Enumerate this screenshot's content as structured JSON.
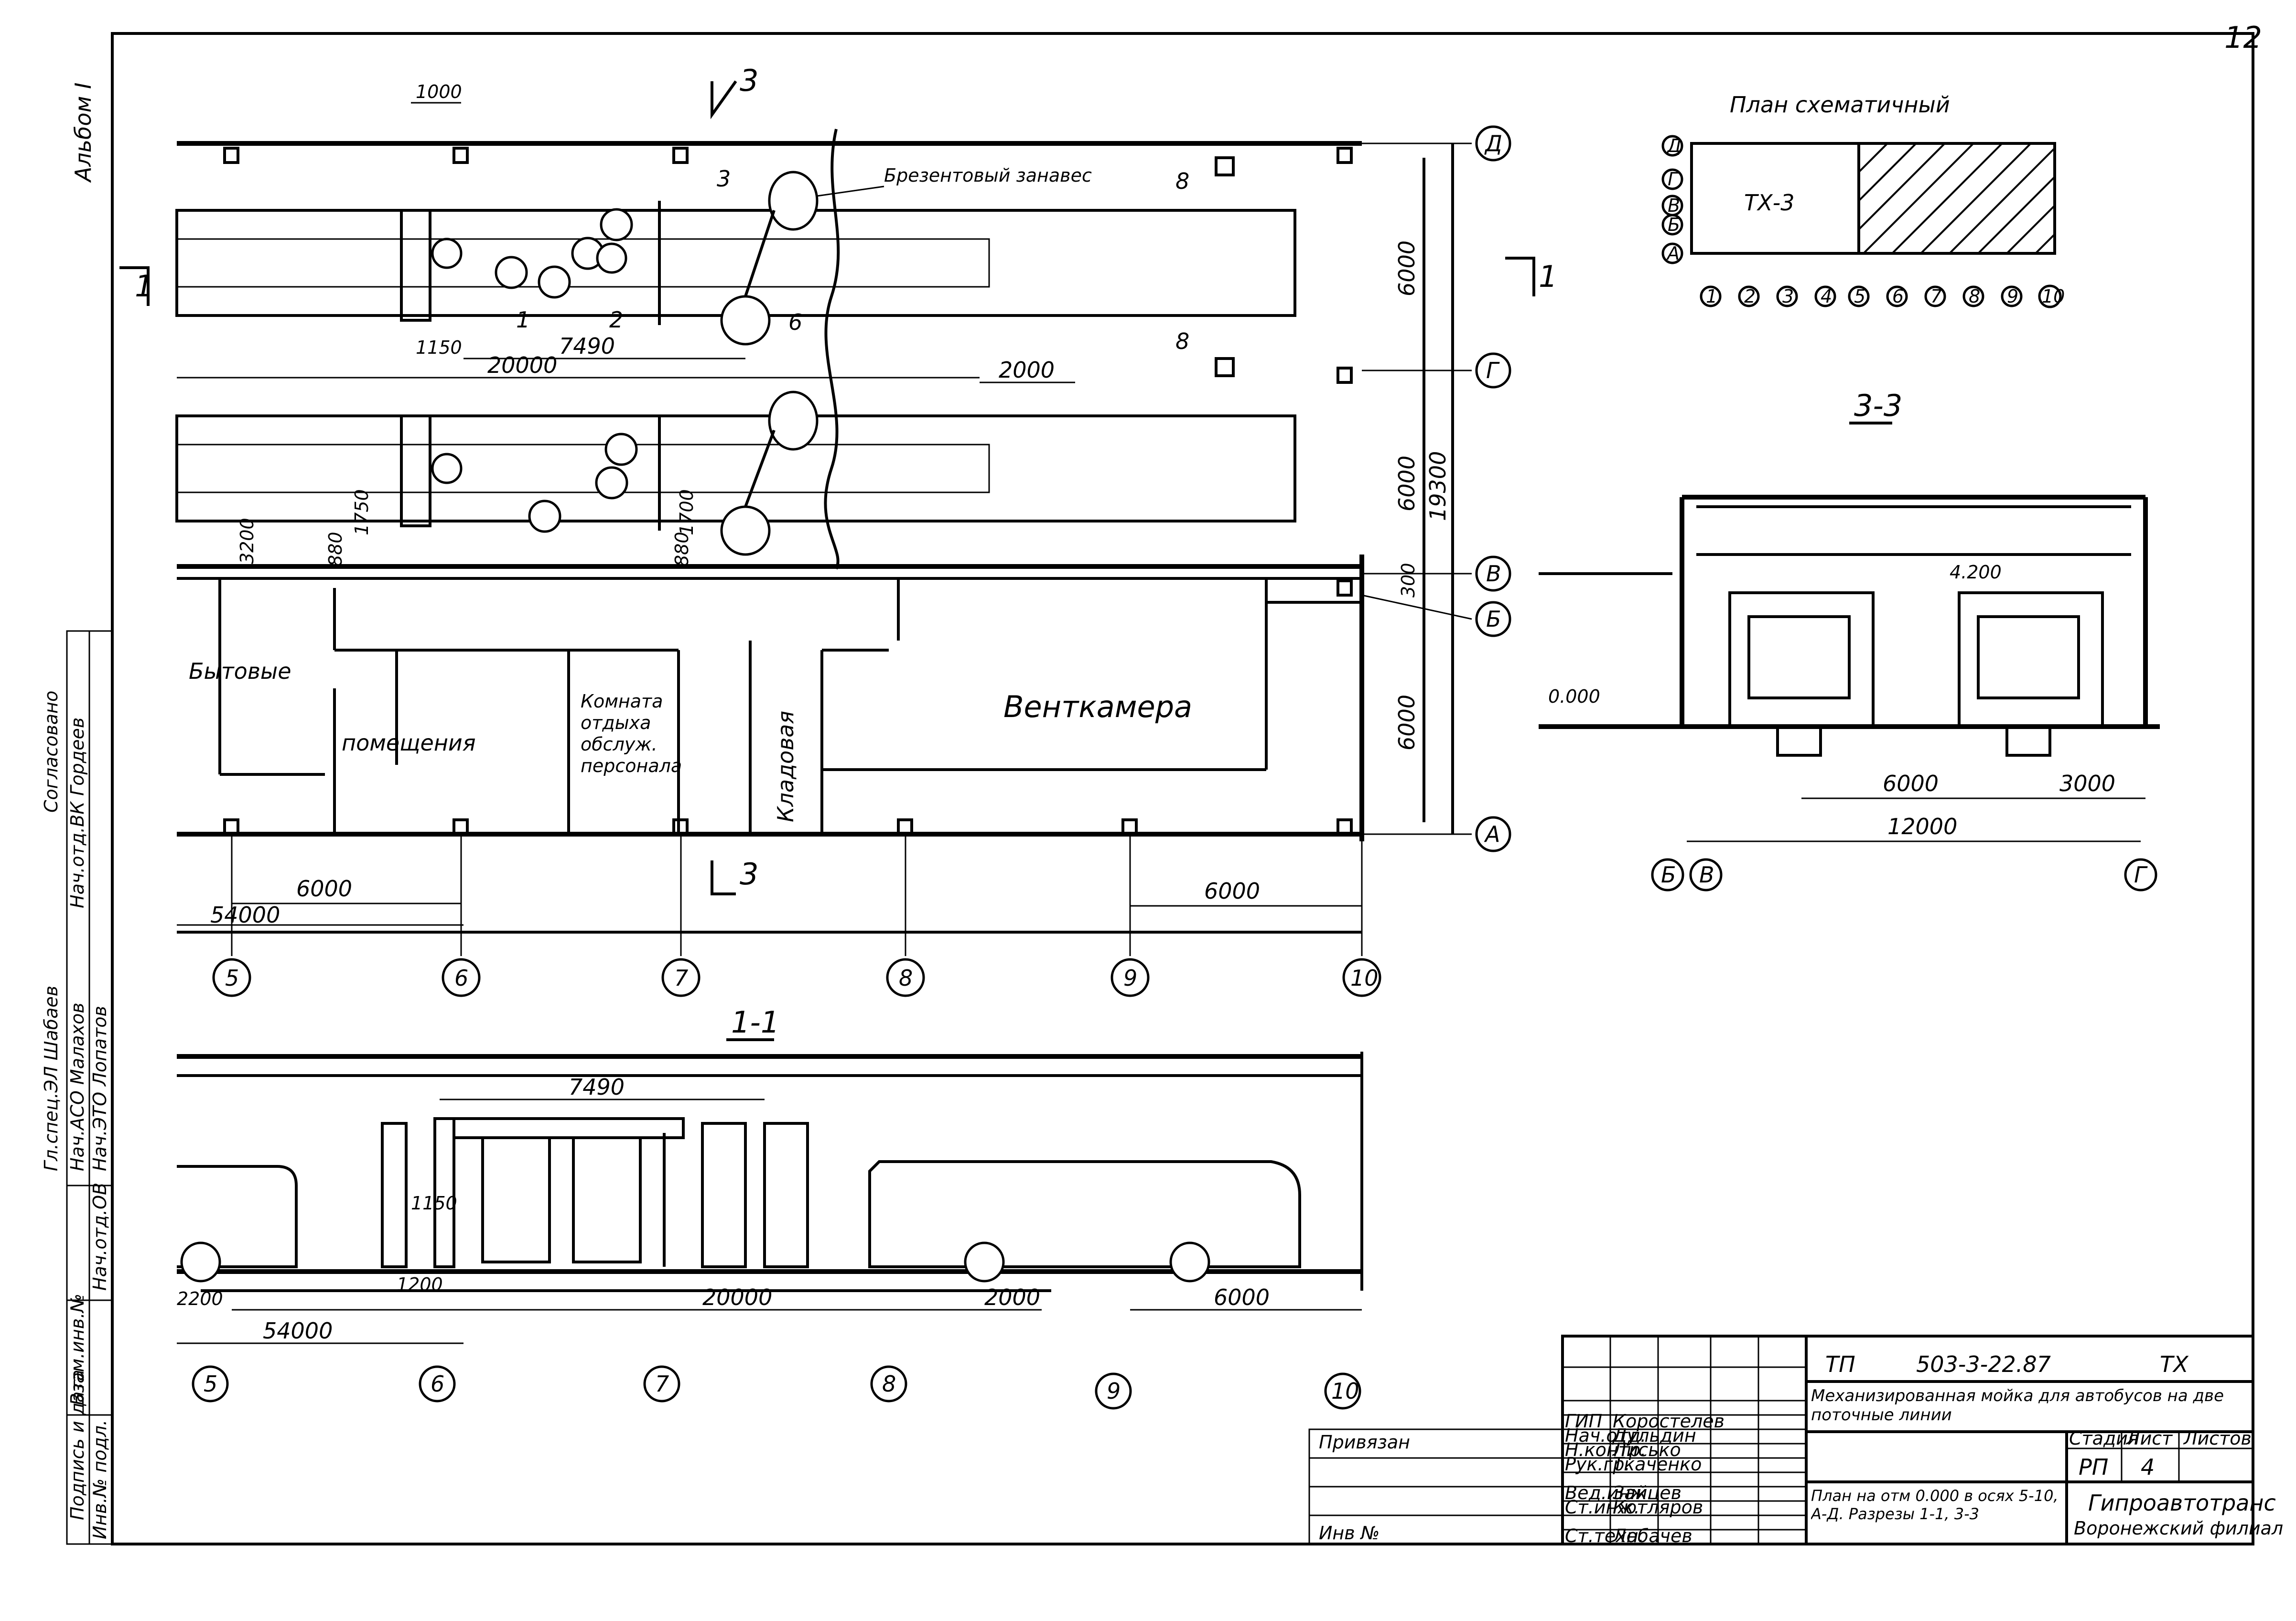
{
  "sheet": {
    "page_number": "12",
    "album_label": "Альбом I",
    "left_strip": {
      "agreed": "Согласовано",
      "rows": [
        "Нач.отд.ВК Гордеев",
        "Гл.спец.ЭЛ Шабаев",
        "Нач.АСО Малахов",
        "Нач.ЭТО Лопатов",
        "Нач.отд.ОВ"
      ],
      "fields": [
        "Взам.инв.№",
        "Подпись и дата",
        "Инв.№ подл."
      ]
    }
  },
  "plan": {
    "axes_rows": [
      "Д",
      "Г",
      "В",
      "Б",
      "А"
    ],
    "axes_cols": [
      "5",
      "6",
      "7",
      "8",
      "9",
      "10"
    ],
    "section_marks": [
      "3",
      "3",
      "1",
      "1"
    ],
    "rooms": {
      "bytovye": "Бытовые",
      "pomeshcheniya": "помещения",
      "komnata": [
        "Комната",
        "отдыха",
        "обслуж.",
        "персонала"
      ],
      "kladovaya": "Кладовая",
      "ventkamera": "Венткамера"
    },
    "note_curtain": "Брезентовый занавес",
    "callouts": [
      "1",
      "2",
      "3",
      "6",
      "8",
      "8"
    ],
    "dims": {
      "d1000": "1000",
      "d1150": "1150",
      "d7490": "7490",
      "d20000": "20000",
      "d2000": "2000",
      "d1750": "1750",
      "d1700": "1700",
      "d3200": "3200",
      "d880a": "880",
      "d880b": "880",
      "d6000_left": "6000",
      "d54000": "54000",
      "d6000_right": "6000",
      "v6000a": "6000",
      "v6000b": "6000",
      "v300": "300",
      "v6000c": "6000",
      "v19300": "19300"
    }
  },
  "schematic": {
    "title": "План схематичный",
    "label": "ТХ-3",
    "rows": [
      "Д",
      "Г",
      "В",
      "Б",
      "А"
    ],
    "cols": [
      "1",
      "2",
      "3",
      "4",
      "5",
      "6",
      "7",
      "8",
      "9",
      "10"
    ]
  },
  "section33": {
    "title": "3-3",
    "elev_top": "4.200",
    "elev_zero": "0.000",
    "dims": [
      "6000",
      "3000",
      "12000"
    ],
    "axes": [
      "Б",
      "В",
      "Г"
    ]
  },
  "section11": {
    "title": "1-1",
    "dims": {
      "d7490": "7490",
      "d1150": "1150",
      "d1200": "1200",
      "d2200": "2200",
      "d20000": "20000",
      "d2000": "2000",
      "d6000": "6000",
      "d54000": "54000"
    },
    "axes": [
      "5",
      "6",
      "7",
      "8",
      "9",
      "10"
    ]
  },
  "title_block": {
    "code": "ТП",
    "number": "503-3-22.87",
    "suffix": "ТХ",
    "project_title": "Механизированная мойка для автобусов на две поточные линии",
    "binding": "Привязан",
    "inv_label": "Инв №",
    "stage_h": "Стадия",
    "sheet_h": "Лист",
    "sheets_h": "Листов",
    "stage": "РП",
    "sheet": "4",
    "staff": [
      [
        "ГИП",
        "Коростелев"
      ],
      [
        "Нач.отд.",
        "Дульдин"
      ],
      [
        "Н.контр.",
        "Лисько"
      ],
      [
        "Рук.гр.",
        "Ткаченко"
      ],
      [
        "Вед.инж.",
        "Зайцев"
      ],
      [
        "Ст.инж.",
        "Котляров"
      ],
      [
        "Ст.техн.",
        "Лобачев"
      ]
    ],
    "drawing_title": "План на отм 0.000 в осях 5-10, А-Д. Разрезы 1-1, 3-3",
    "org1": "Гипроавтотранс",
    "org2": "Воронежский филиал"
  }
}
